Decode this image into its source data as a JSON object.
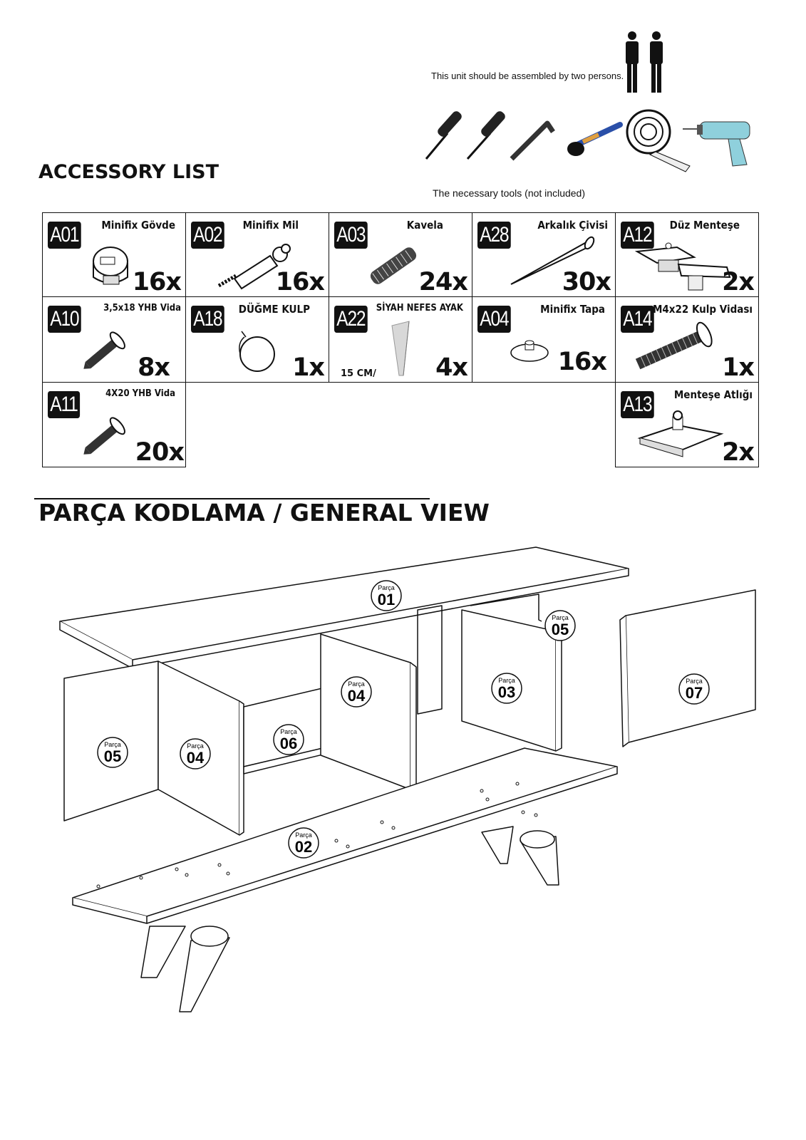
{
  "header": {
    "persons_note": "This unit should be assembled by two persons.",
    "tools_note": "The necessary tools (not included)",
    "tools": [
      "screwdriver-icon",
      "screwdriver-icon",
      "allen-key-icon",
      "hammer-icon",
      "tape-icon",
      "drill-icon"
    ]
  },
  "accessory_title": "ACCESSORY LIST",
  "accessories": [
    {
      "code": "A01",
      "name": "Minifix Gövde",
      "qty": "16x",
      "icon": "minifix-body-icon"
    },
    {
      "code": "A02",
      "name": "Minifix Mil",
      "qty": "16x",
      "icon": "minifix-pin-icon"
    },
    {
      "code": "A03",
      "name": "Kavela",
      "qty": "24x",
      "icon": "dowel-icon"
    },
    {
      "code": "A28",
      "name": "Arkalık Çivisi",
      "qty": "30x",
      "icon": "nail-icon"
    },
    {
      "code": "A12",
      "name": "Düz Menteşe",
      "qty": "2x",
      "icon": "hinge-icon"
    },
    {
      "code": "A10",
      "name": "3,5x18 YHB Vida",
      "qty": "8x",
      "icon": "screw-icon"
    },
    {
      "code": "A18",
      "name": "DÜĞME KULP",
      "qty": "1x",
      "icon": "knob-icon"
    },
    {
      "code": "A22",
      "name": "SİYAH NEFES AYAK",
      "qty": "4x",
      "sub": "15 CM/",
      "icon": "leg-icon"
    },
    {
      "code": "A04",
      "name": "Minifix Tapa",
      "qty": "16x",
      "icon": "cap-icon"
    },
    {
      "code": "A14",
      "name": "M4x22 Kulp Vidası",
      "qty": "1x",
      "icon": "bolt-icon"
    },
    {
      "code": "A11",
      "name": "4X20 YHB Vida",
      "qty": "20x",
      "icon": "screw-icon"
    },
    {
      "code": "A13",
      "name": "Menteşe Atlığı",
      "qty": "2x",
      "icon": "hinge-plate-icon"
    }
  ],
  "general_title": "PARÇA KODLAMA / GENERAL VIEW",
  "part_prefix": "Parça",
  "parts": [
    "01",
    "05",
    "04",
    "03",
    "07",
    "05",
    "04",
    "06",
    "02"
  ]
}
